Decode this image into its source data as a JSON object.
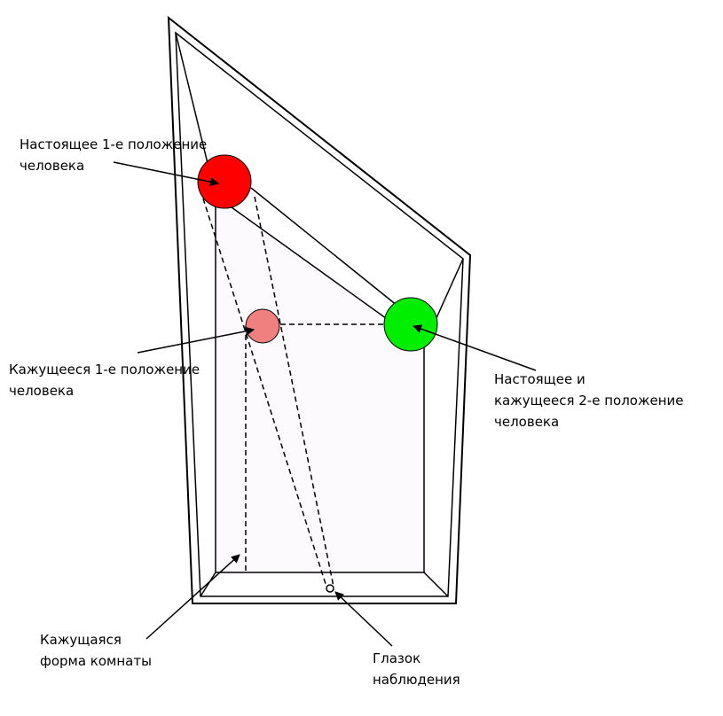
{
  "labels": {
    "real_pos1": [
      "Настоящее 1-е положение",
      "человека"
    ],
    "apparent_pos1": [
      "Кажущееся 1-е положение",
      "человека"
    ],
    "real_apparent_pos2": [
      "Настоящее и",
      "кажущееся 2-е положение",
      "человека"
    ],
    "apparent_room": [
      "Кажущаяся",
      "форма комнаты"
    ],
    "peephole": [
      "Глазок",
      "наблюдения"
    ]
  },
  "colors": {
    "person1_real": "#ff0000",
    "person1_apparent": "#f08080",
    "person2": "#00ee00",
    "apparent_room_fill": "#fcfafc"
  }
}
